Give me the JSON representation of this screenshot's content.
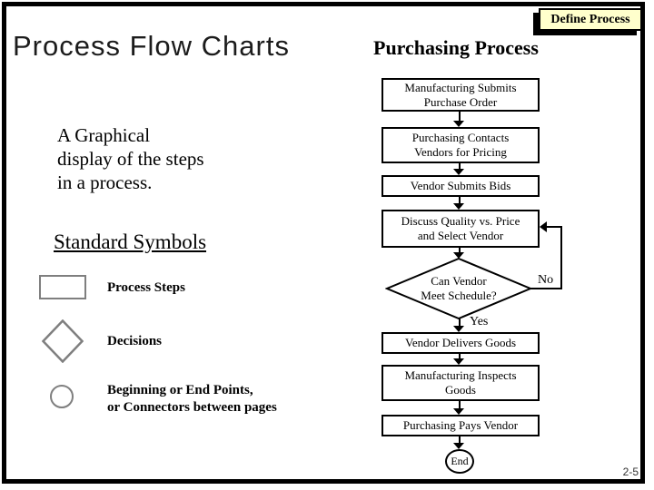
{
  "slide": {
    "tab_label": "Define Process",
    "title": "Process Flow Charts",
    "page_number": "2-5",
    "colors": {
      "tab_bg": "#ffffcc",
      "frame_border": "#000000",
      "legend_shape_border": "#7f7f7f"
    }
  },
  "left_panel": {
    "description": "A Graphical\ndisplay of the steps\nin a process.",
    "symbols_heading": "Standard Symbols",
    "legend": [
      {
        "shape": "rectangle",
        "label": "Process Steps"
      },
      {
        "shape": "diamond",
        "label": "Decisions"
      },
      {
        "shape": "circle",
        "label": "Beginning or End Points,\nor Connectors between pages"
      }
    ]
  },
  "flowchart": {
    "heading": "Purchasing Process",
    "steps": [
      {
        "type": "process",
        "label": "Manufacturing Submits\nPurchase Order"
      },
      {
        "type": "process",
        "label": "Purchasing Contacts\nVendors for Pricing"
      },
      {
        "type": "process",
        "label": "Vendor Submits Bids"
      },
      {
        "type": "process",
        "label": "Discuss Quality vs. Price\nand Select Vendor"
      },
      {
        "type": "decision",
        "label": "Can Vendor\nMeet Schedule?",
        "yes_label": "Yes",
        "no_label": "No"
      },
      {
        "type": "process",
        "label": "Vendor Delivers Goods"
      },
      {
        "type": "process",
        "label": "Manufacturing Inspects\nGoods"
      },
      {
        "type": "process",
        "label": "Purchasing Pays Vendor"
      },
      {
        "type": "terminator",
        "label": "End"
      }
    ]
  }
}
